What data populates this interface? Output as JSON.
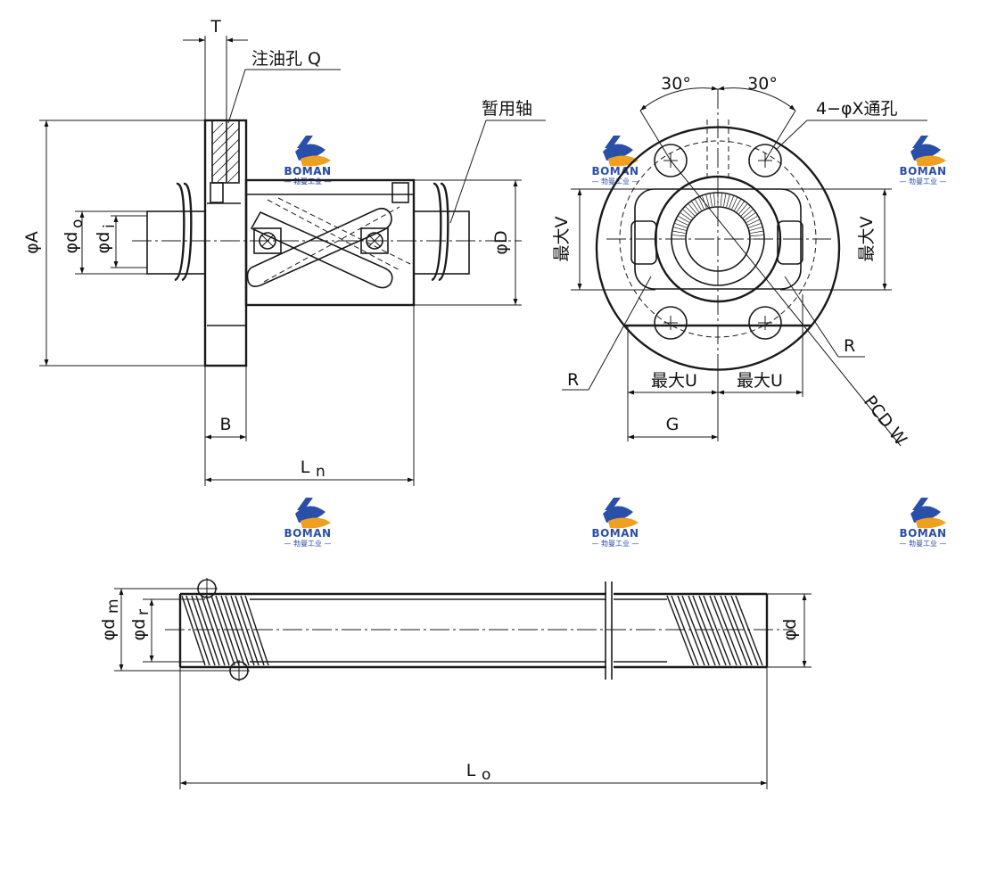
{
  "labels": {
    "T": "T",
    "oil_hole": "注油孔 Q",
    "temp_shaft": "暂用轴",
    "phiA": "φA",
    "phi_do": "φd",
    "phi_do_sub": "o",
    "phi_di": "φd",
    "phi_di_sub": "i",
    "phiD": "φD",
    "B": "B",
    "Ln": "L",
    "Ln_sub": "n",
    "angle_left": "30°",
    "angle_right": "30°",
    "holes": "4−φX通孔",
    "maxV_left": "最大V",
    "maxV_right": "最大V",
    "R_left": "R",
    "R_right": "R",
    "maxU_left": "最大U",
    "maxU_right": "最大U",
    "G": "G",
    "PCD": "PCD W",
    "phi_dm": "φd",
    "phi_dm_sub": "m",
    "phi_dr": "φd",
    "phi_dr_sub": "r",
    "phi_d": "φd",
    "Lo": "L",
    "Lo_sub": "o"
  },
  "watermark": {
    "brand": "BOMAN",
    "sub": "— 勃曼工业 —",
    "color_blue": "#2a4fa8",
    "color_orange": "#f0a020"
  }
}
